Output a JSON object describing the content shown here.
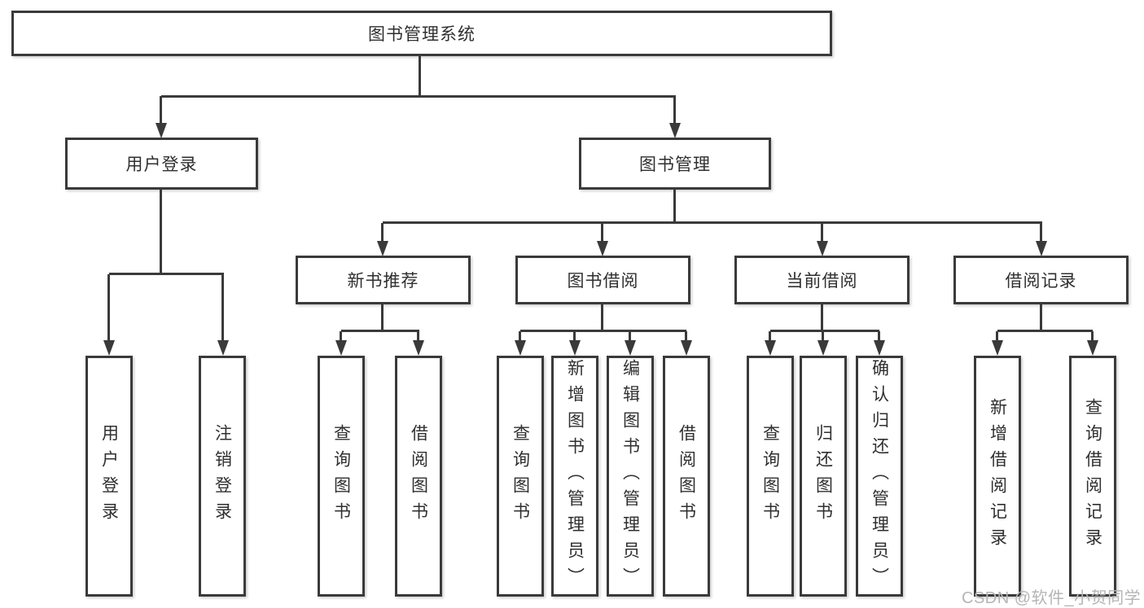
{
  "diagram": {
    "root": {
      "label": "图书管理系统"
    },
    "branches": [
      {
        "label": "用户登录",
        "children": [
          {
            "label": "用户登录"
          },
          {
            "label": "注销登录"
          }
        ]
      },
      {
        "label": "图书管理",
        "children": [
          {
            "label": "新书推荐",
            "children": [
              {
                "label": "查询图书"
              },
              {
                "label": "借阅图书"
              }
            ]
          },
          {
            "label": "图书借阅",
            "children": [
              {
                "label": "查询图书"
              },
              {
                "label": "新增图书（管理员）"
              },
              {
                "label": "编辑图书（管理员）"
              },
              {
                "label": "借阅图书"
              }
            ]
          },
          {
            "label": "当前借阅",
            "children": [
              {
                "label": "查询图书"
              },
              {
                "label": "归还图书"
              },
              {
                "label": "确认归还（管理员）"
              }
            ]
          },
          {
            "label": "借阅记录",
            "children": [
              {
                "label": "新增借阅记录"
              },
              {
                "label": "查询借阅记录"
              }
            ]
          }
        ]
      }
    ],
    "watermark": "CSDN @软件_小贺同学",
    "colors": {
      "line": "#3a3a3a",
      "text": "#2f2f2f",
      "box_background": "#ffffff",
      "watermark": "#b5b5b5"
    }
  }
}
